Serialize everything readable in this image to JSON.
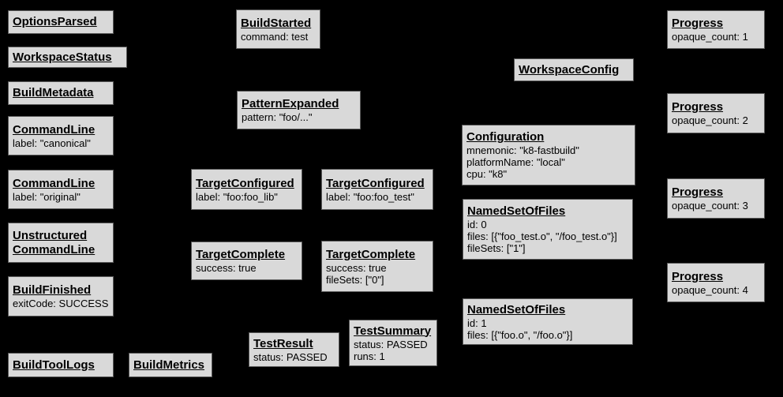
{
  "colors": {
    "background": "#000000",
    "node_fill": "#d9d9d9",
    "node_border": "#5a5a5a",
    "node_text": "#000000"
  },
  "diagram": {
    "description": "Build event graph of gray nodes on black background"
  },
  "nodes": [
    {
      "title": "OptionsParsed",
      "lines": []
    },
    {
      "title": "WorkspaceStatus",
      "lines": []
    },
    {
      "title": "BuildMetadata",
      "lines": []
    },
    {
      "title": "CommandLine",
      "lines": [
        "label: \"canonical\""
      ]
    },
    {
      "title": "CommandLine",
      "lines": [
        "label: \"original\""
      ]
    },
    {
      "title": "Unstructured\nCommandLine",
      "lines": []
    },
    {
      "title": "BuildFinished",
      "lines": [
        "exitCode: SUCCESS"
      ]
    },
    {
      "title": "BuildToolLogs",
      "lines": []
    },
    {
      "title": "BuildMetrics",
      "lines": []
    },
    {
      "title": "BuildStarted",
      "lines": [
        "command: test"
      ]
    },
    {
      "title": "PatternExpanded",
      "lines": [
        "pattern: \"foo/...\""
      ]
    },
    {
      "title": "TargetConfigured",
      "lines": [
        "label: \"foo:foo_lib\""
      ]
    },
    {
      "title": "TargetConfigured",
      "lines": [
        "label: \"foo:foo_test\""
      ]
    },
    {
      "title": "TargetComplete",
      "lines": [
        "success: true"
      ]
    },
    {
      "title": "TargetComplete",
      "lines": [
        "success: true",
        "fileSets: [\"0\"]"
      ]
    },
    {
      "title": "TestResult",
      "lines": [
        "status: PASSED"
      ]
    },
    {
      "title": "TestSummary",
      "lines": [
        "status: PASSED",
        "runs: 1"
      ]
    },
    {
      "title": "WorkspaceConfig",
      "lines": []
    },
    {
      "title": "Configuration",
      "lines": [
        "mnemonic: \"k8-fastbuild\"",
        "platformName: \"local\"",
        "cpu: \"k8\""
      ]
    },
    {
      "title": "NamedSetOfFiles",
      "lines": [
        "id: 0",
        "files: [{\"foo_test.o\", \"/foo_test.o\"}]",
        "fileSets: [\"1\"]"
      ]
    },
    {
      "title": "NamedSetOfFiles",
      "lines": [
        "id: 1",
        "files: [{\"foo.o\", \"/foo.o\"}]"
      ]
    },
    {
      "title": "Progress",
      "lines": [
        "opaque_count: 1"
      ]
    },
    {
      "title": "Progress",
      "lines": [
        "opaque_count: 2"
      ]
    },
    {
      "title": "Progress",
      "lines": [
        "opaque_count: 3"
      ]
    },
    {
      "title": "Progress",
      "lines": [
        "opaque_count: 4"
      ]
    }
  ]
}
